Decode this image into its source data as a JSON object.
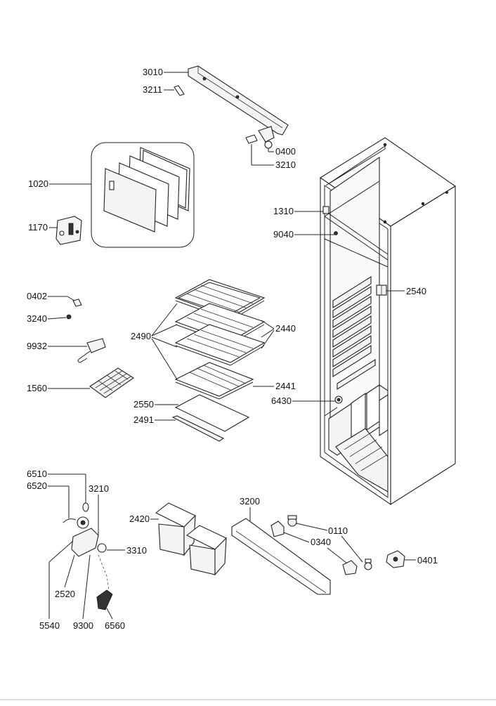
{
  "parts": {
    "p3010": "3010",
    "p3211": "3211",
    "p0400": "0400",
    "p3210_top": "3210",
    "p1020": "1020",
    "p1170": "1170",
    "p1310": "1310",
    "p9040": "9040",
    "p0402": "0402",
    "p3240": "3240",
    "p9932": "9932",
    "p1560": "1560",
    "p2490": "2490",
    "p2440": "2440",
    "p2540": "2540",
    "p2441": "2441",
    "p6430": "6430",
    "p2550": "2550",
    "p2491": "2491",
    "p6510": "6510",
    "p6520": "6520",
    "p3210_bottom": "3210",
    "p2420": "2420",
    "p3200": "3200",
    "p0110": "0110",
    "p0340": "0340",
    "p3310": "3310",
    "p0401": "0401",
    "p2520": "2520",
    "p5540": "5540",
    "p9300": "9300",
    "p6560": "6560"
  }
}
